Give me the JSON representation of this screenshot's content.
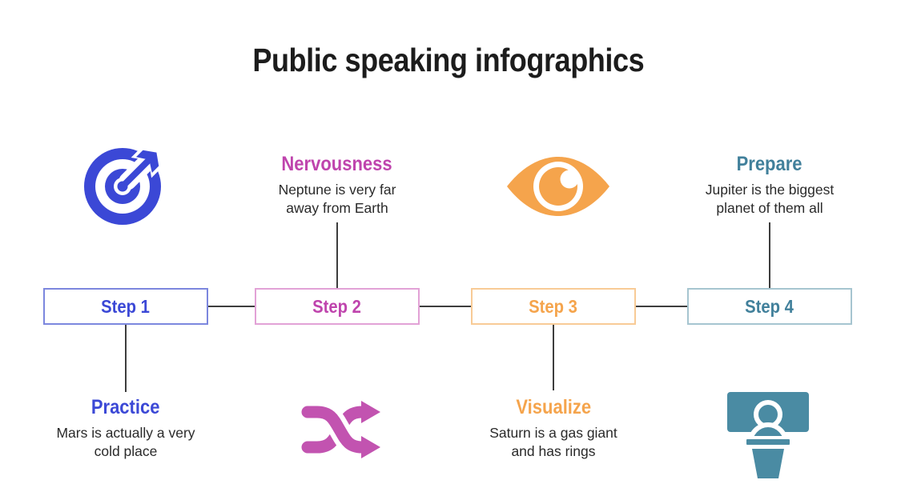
{
  "title": "Public speaking infographics",
  "steps": [
    {
      "label": "Step 1",
      "heading": "Practice",
      "body": "Mars is actually a very cold place",
      "icon": "target-icon",
      "accent": "#3b48d6",
      "box_border": "#7c87de",
      "content_position": "below",
      "icon_position": "above"
    },
    {
      "label": "Step 2",
      "heading": "Nervousness",
      "body": "Neptune is very far away from Earth",
      "icon": "shuffle-icon",
      "accent": "#bf44ad",
      "box_border": "#e2a2d6",
      "content_position": "above",
      "icon_position": "below"
    },
    {
      "label": "Step 3",
      "heading": "Visualize",
      "body": "Saturn is a gas giant and has rings",
      "icon": "eye-icon",
      "accent": "#f5a44c",
      "box_border": "#f8cb96",
      "content_position": "below",
      "icon_position": "above"
    },
    {
      "label": "Step 4",
      "heading": "Prepare",
      "body": "Jupiter is the biggest planet of them all",
      "icon": "presenter-icon",
      "accent": "#41809b",
      "box_border": "#a6c5d0",
      "content_position": "above",
      "icon_position": "below"
    }
  ],
  "colors": {
    "background": "#ffffff",
    "title_text": "#1c1c1c",
    "body_text": "#2a2a2a",
    "connector_line": "#3d3d3d",
    "blue": "#3b48d6",
    "magenta": "#c253b0",
    "orange": "#f5a44c",
    "teal": "#4a8ba3"
  }
}
